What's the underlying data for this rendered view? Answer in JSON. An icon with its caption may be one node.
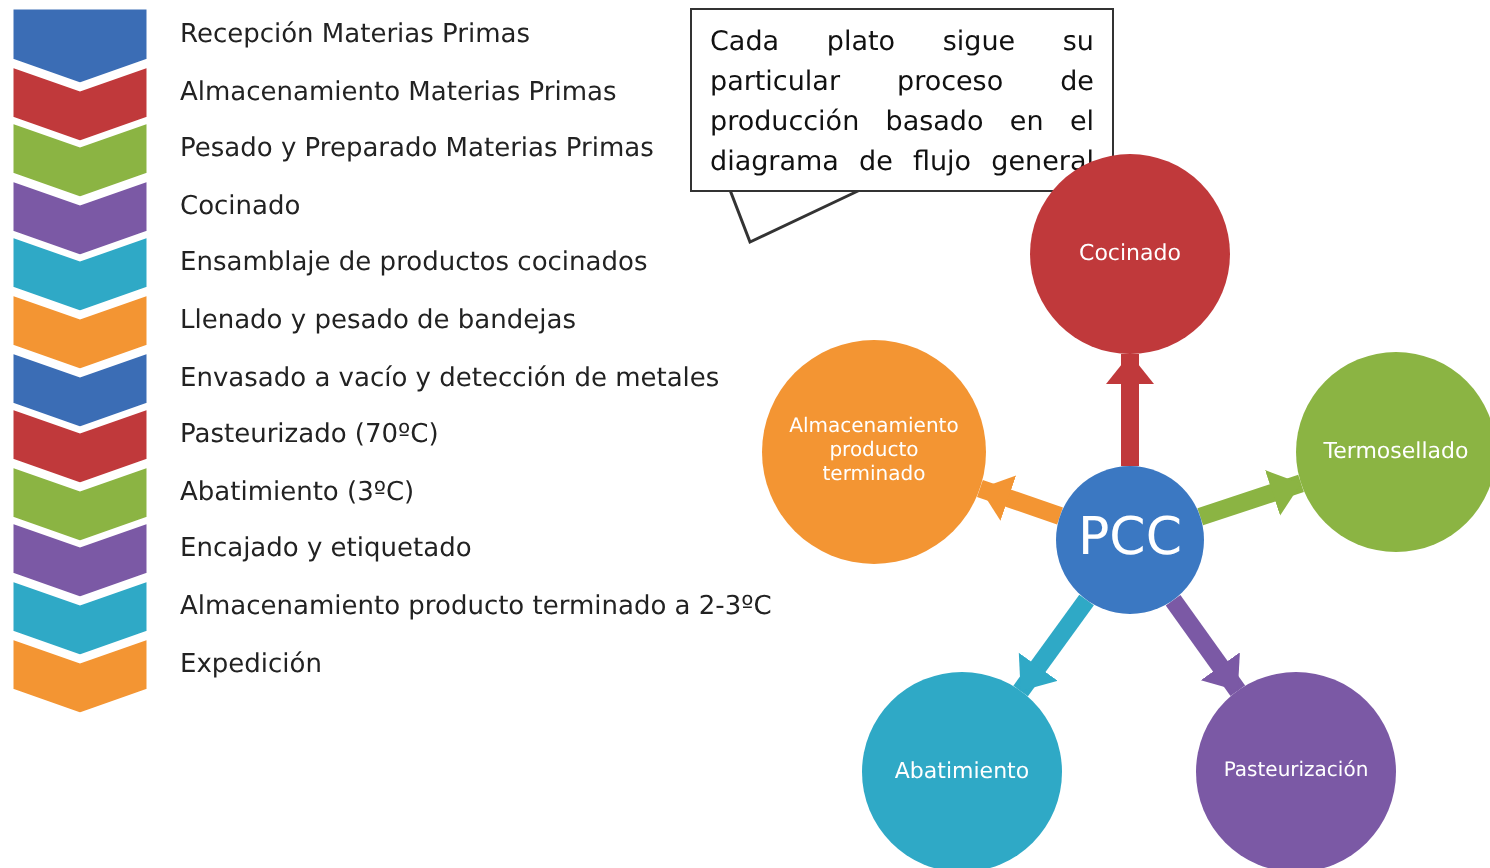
{
  "diagram": {
    "nodes": [
      {
        "text": [],
        "shape": "chevron",
        "beside": [
          "Recepción Materias Primas"
        ]
      },
      {
        "text": [],
        "shape": "chevron",
        "beside": [
          "Almacenamiento Materias Primas"
        ]
      },
      {
        "text": [],
        "shape": "chevron",
        "beside": [
          "Pesado y Preparado Materias Primas"
        ]
      },
      {
        "text": [],
        "shape": "chevron",
        "beside": [
          "Cocinado"
        ]
      },
      {
        "text": [],
        "shape": "chevron",
        "beside": [
          "Ensamblaje de productos cocinados"
        ]
      },
      {
        "text": [],
        "shape": "chevron",
        "beside": [
          "Llenado y pesado de bandejas"
        ]
      },
      {
        "text": [],
        "shape": "chevron",
        "beside": [
          "Envasado a vacío y detección de metales"
        ]
      },
      {
        "text": [],
        "shape": "chevron",
        "beside": [
          "Pasteurizado (70ºC)"
        ]
      },
      {
        "text": [],
        "shape": "chevron",
        "beside": [
          "Abatimiento (3ºC)"
        ]
      },
      {
        "text": [],
        "shape": "chevron",
        "beside": [
          "Encajado y etiquetado"
        ]
      },
      {
        "text": [],
        "shape": "chevron",
        "beside": [
          "Almacenamiento producto terminado a 2-3ºC"
        ]
      },
      {
        "text": [],
        "shape": "chevron",
        "beside": [
          "Expedición"
        ]
      },
      {
        "text": [
          "Cada plato sigue su particular proceso de producción basado en el diagrama de flujo general"
        ]
      },
      {
        "text": [
          "Cocinado"
        ]
      },
      {
        "text": [
          "Almacenamiento producto terminado"
        ]
      },
      {
        "text": [
          "PCC"
        ]
      },
      {
        "text": [
          "Termosellado"
        ]
      },
      {
        "text": [
          "Abatimiento"
        ]
      },
      {
        "text": [
          "Pasteurización"
        ]
      }
    ],
    "edges": [
      {
        "from": 15,
        "to": 13,
        "arrow": "to",
        "color": "#c0393b"
      },
      {
        "from": 15,
        "to": 16,
        "arrow": "to",
        "color": "#8bb443"
      },
      {
        "from": 15,
        "to": 18,
        "arrow": "to",
        "color": "#7b59a5"
      },
      {
        "from": 15,
        "to": 17,
        "arrow": "to",
        "color": "#2fa9c6"
      },
      {
        "from": 15,
        "to": 14,
        "arrow": "to",
        "color": "#f39533"
      }
    ]
  }
}
